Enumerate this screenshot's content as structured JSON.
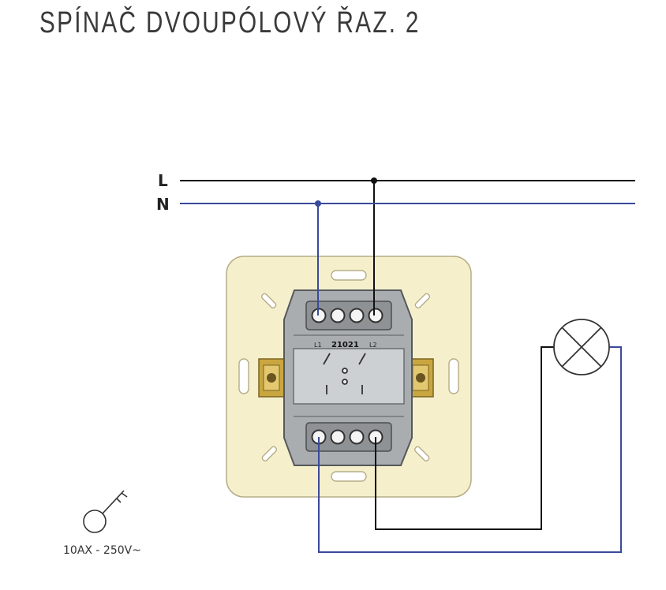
{
  "title": "SPÍNAČ DVOUPÓLOVÝ ŘAZ. 2",
  "wires": {
    "line_label": "L",
    "neutral_label": "N",
    "line_color": "#111111",
    "neutral_color": "#3a4a9a"
  },
  "device": {
    "model_label": "21021",
    "terminal_left_label": "L1",
    "terminal_right_label": "L2",
    "plate_color": "#f5efcc",
    "body_color": "#a9adb0"
  },
  "load": {
    "icon": "lamp-icon"
  },
  "symbol": {
    "icon": "key-symbol-icon"
  },
  "rating": "10AX - 250V~"
}
